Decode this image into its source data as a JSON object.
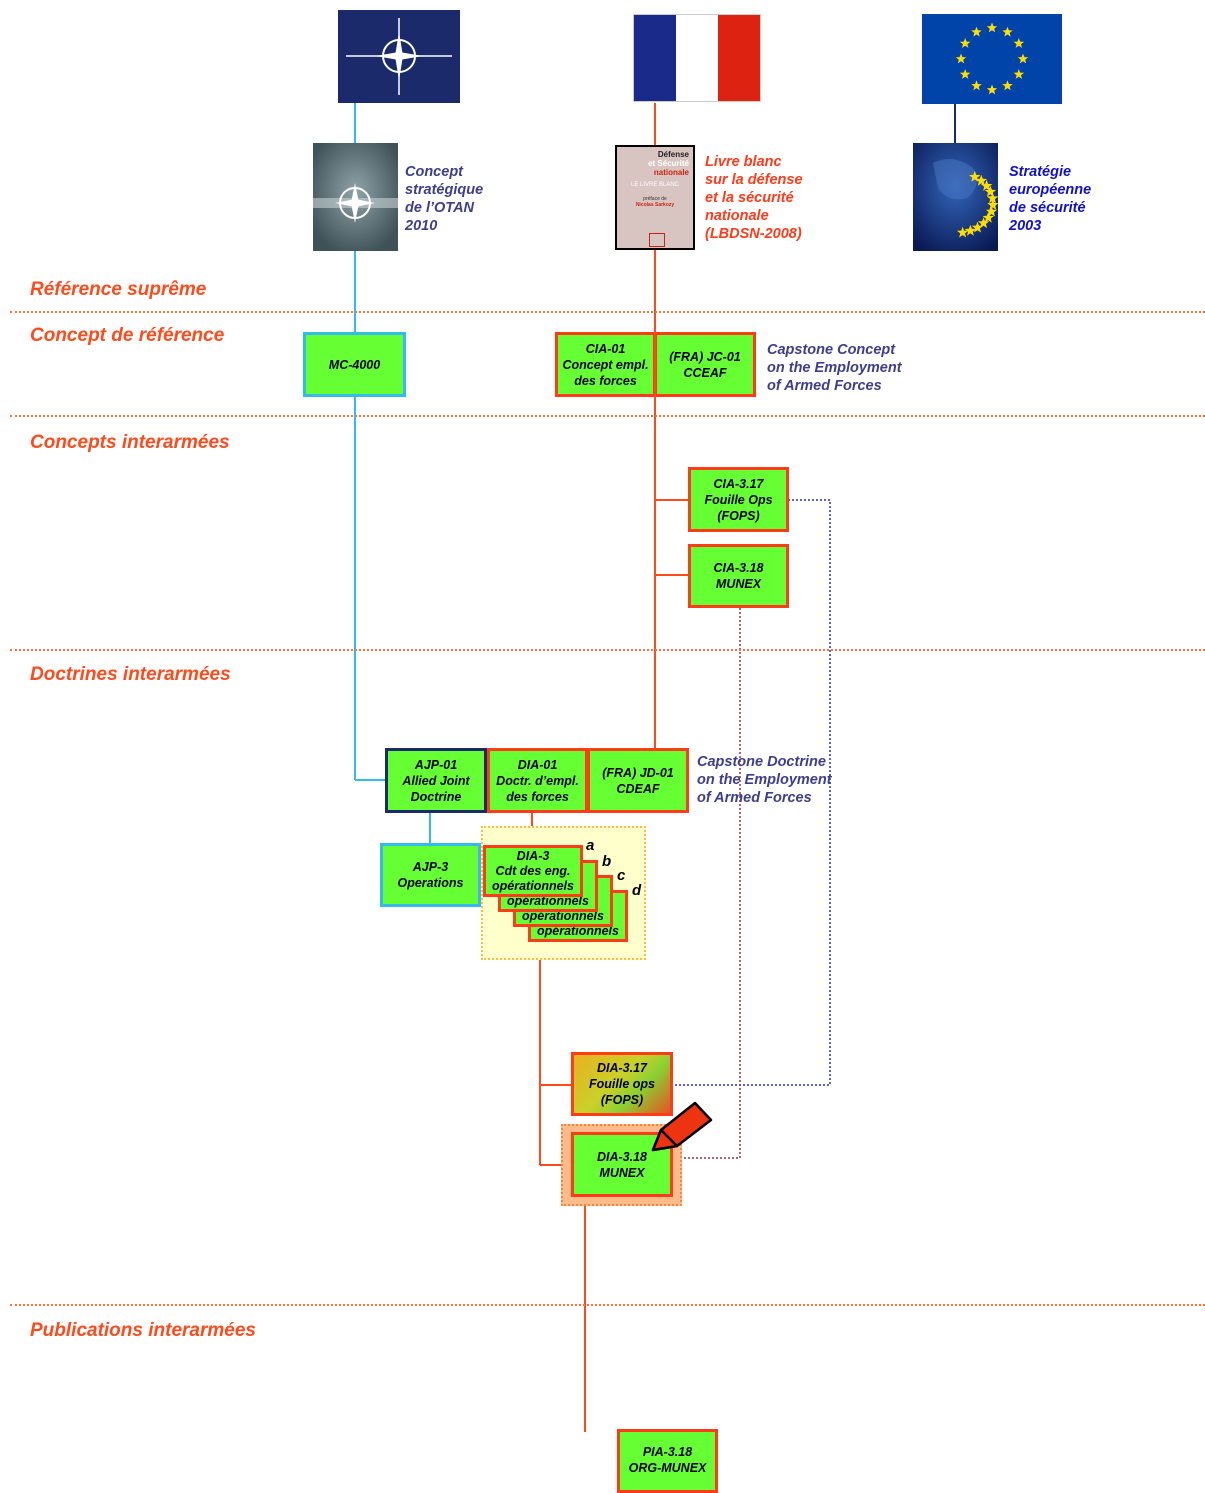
{
  "sections": {
    "supreme": "Référence suprême",
    "reference": "Concept de référence",
    "concepts": "Concepts interarmées",
    "doctrines": "Doctrines interarmées",
    "publications": "Publications interarmées"
  },
  "top_docs": {
    "otan": [
      "Concept",
      "stratégique",
      "de l’OTAN",
      "2010"
    ],
    "france": [
      "Livre blanc",
      "sur la défense",
      "et la sécurité",
      "nationale",
      "(LBDSN-2008)"
    ],
    "eu": [
      "Stratégie",
      "européenne",
      "de sécurité",
      "2003"
    ]
  },
  "livre_blanc_cover": {
    "line1": "Défense",
    "line2": "et Sécurité",
    "line3": "nationale",
    "line4": "LE LIVRE BLANC",
    "line5": "préface de",
    "line6": "Nicolas Sarkozy"
  },
  "boxes": {
    "mc4000": "MC-4000",
    "cia01": [
      "CIA-01",
      "Concept empl.",
      "des forces"
    ],
    "jc01": [
      "(FRA) JC-01",
      "CCEAF"
    ],
    "cia317": [
      "CIA-3.17",
      "Fouille Ops",
      "(FOPS)"
    ],
    "cia318": [
      "CIA-3.18",
      "MUNEX"
    ],
    "ajp01": [
      "AJP-01",
      "Allied Joint",
      "Doctrine"
    ],
    "dia01": [
      "DIA-01",
      "Doctr. d’empl.",
      "des forces"
    ],
    "jd01": [
      "(FRA) JD-01",
      "CDEAF"
    ],
    "ajp3": [
      "AJP-3",
      "Operations"
    ],
    "dia3": [
      "DIA-3",
      "Cdt des eng.",
      "opérationnels"
    ],
    "stack_text": "opérationnels",
    "dia317": [
      "DIA-3.17",
      "Fouille ops",
      "(FOPS)"
    ],
    "dia318": [
      "DIA-3.18",
      "MUNEX"
    ],
    "pia318": [
      "PIA-3.18",
      "ORG-MUNEX"
    ]
  },
  "stack_letters": [
    "a",
    "b",
    "c",
    "d"
  ],
  "capstone_concept": [
    "Capstone Concept",
    "on the Employment",
    "of Armed Forces"
  ],
  "capstone_doctrine": [
    "Capstone Doctrine",
    "on the Employment",
    "of Armed Forces"
  ],
  "colors": {
    "section_text": "#ff4a1c",
    "box_fill": "#66ff33",
    "red_line": "#ff4a1c",
    "cyan_line": "#33bbee",
    "navy_line": "#1a2a6a",
    "nato_blue": "#1a2a6a",
    "eu_blue": "#0044aa",
    "star_yellow": "#ffdd00"
  }
}
